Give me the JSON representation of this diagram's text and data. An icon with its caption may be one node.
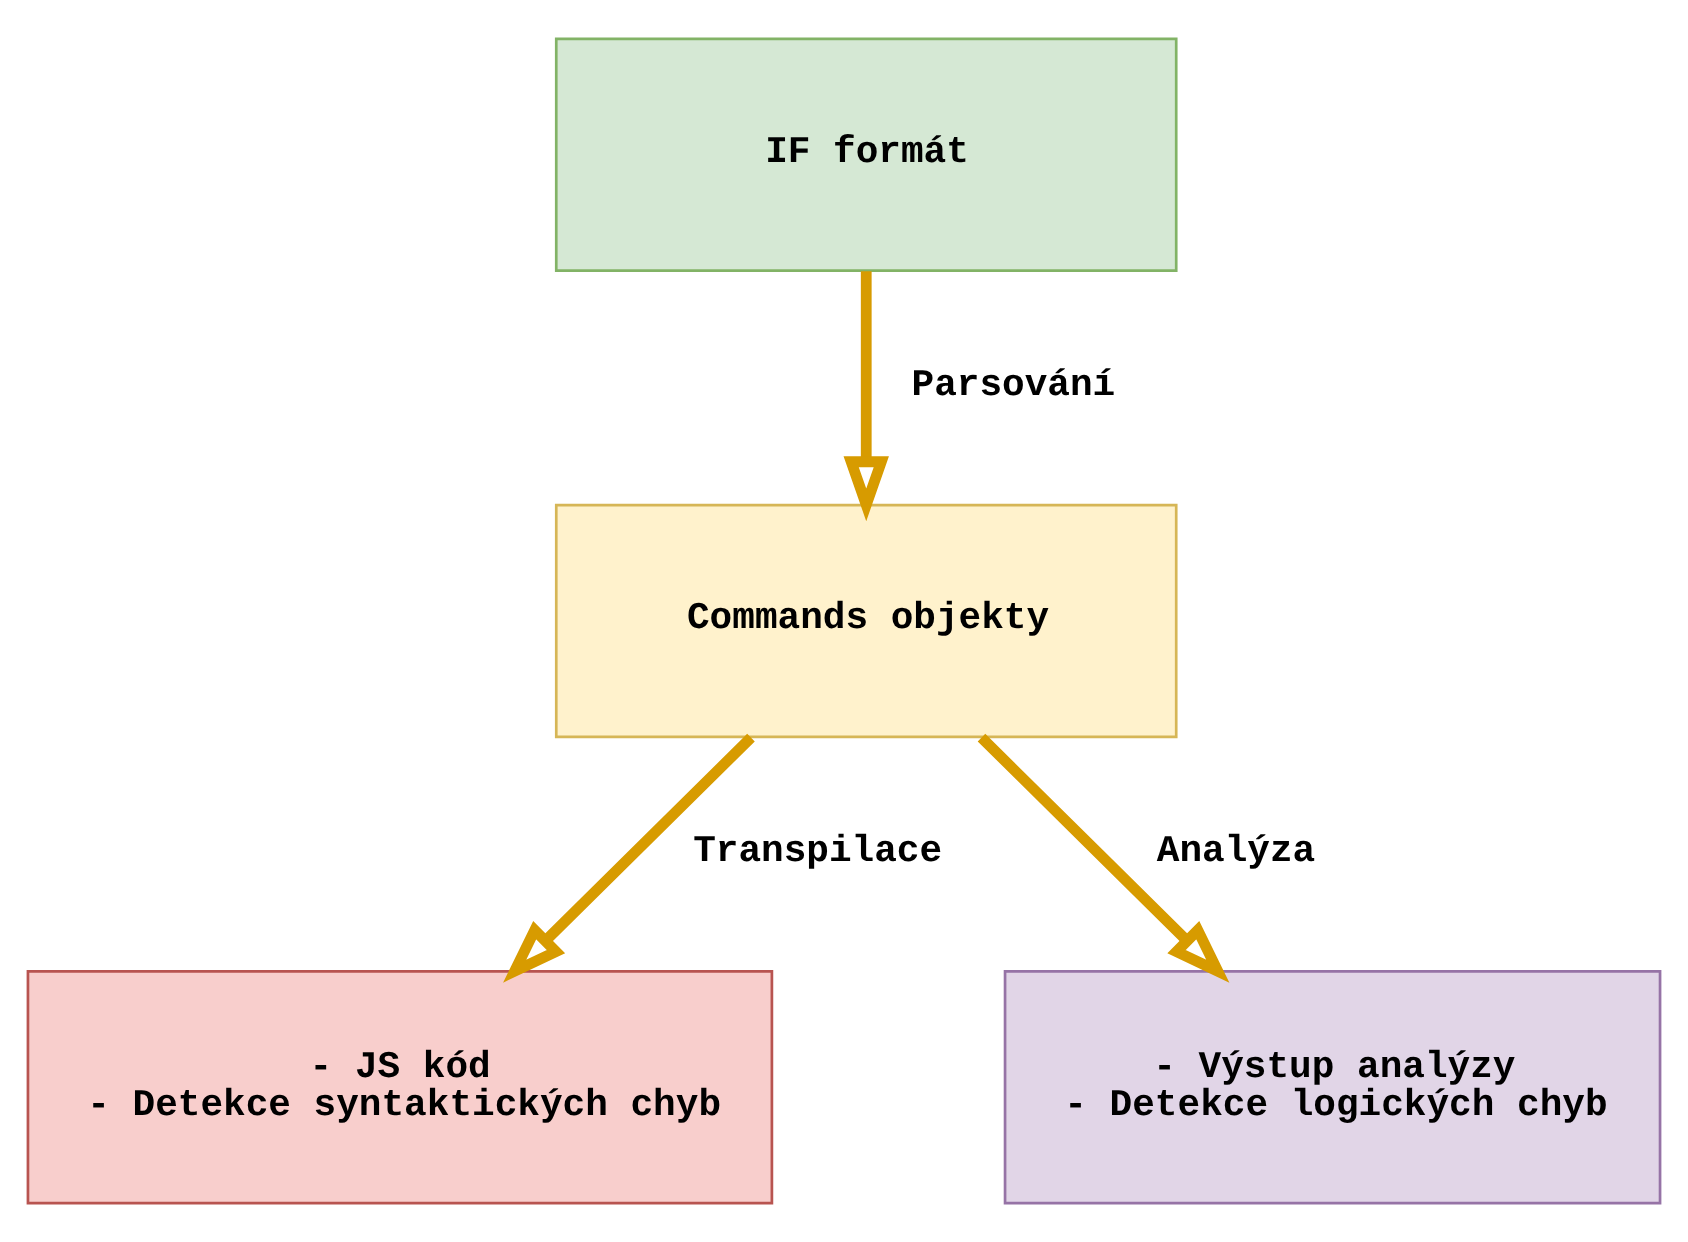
{
  "diagram": {
    "nodes": [
      {
        "text": [
          "IF formát"
        ]
      },
      {
        "text": [
          "Commands objekty"
        ]
      },
      {
        "text": [
          "- JS kód",
          "- Detekce syntaktických chyb"
        ]
      },
      {
        "text": [
          "- Výstup analýzy",
          "- Detekce logických chyb"
        ]
      }
    ],
    "edges": [
      {
        "from": 0,
        "to": 1,
        "arrow": "to",
        "label": "Parsování"
      },
      {
        "from": 1,
        "to": 2,
        "arrow": "to",
        "label": "Transpilace"
      },
      {
        "from": 1,
        "to": 3,
        "arrow": "to",
        "label": "Analýza"
      }
    ]
  }
}
